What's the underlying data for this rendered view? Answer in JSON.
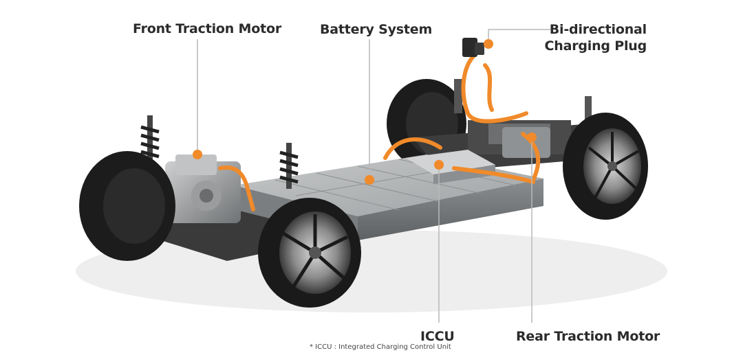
{
  "labels": {
    "front_motor": "Front Traction Motor",
    "battery": "Battery System",
    "bidirectional_line1": "Bi-directional",
    "bidirectional_line2": "Charging Plug",
    "iccu": "ICCU",
    "rear_motor": "Rear Traction Motor"
  },
  "footnote": "* ICCU : Integrated Charging Control Unit",
  "colors": {
    "accent": "#f08a2a",
    "leader": "#b9b9b9",
    "tire": "#1c1c1c",
    "battery": "#a9abac",
    "text": "#2b2b2b"
  }
}
